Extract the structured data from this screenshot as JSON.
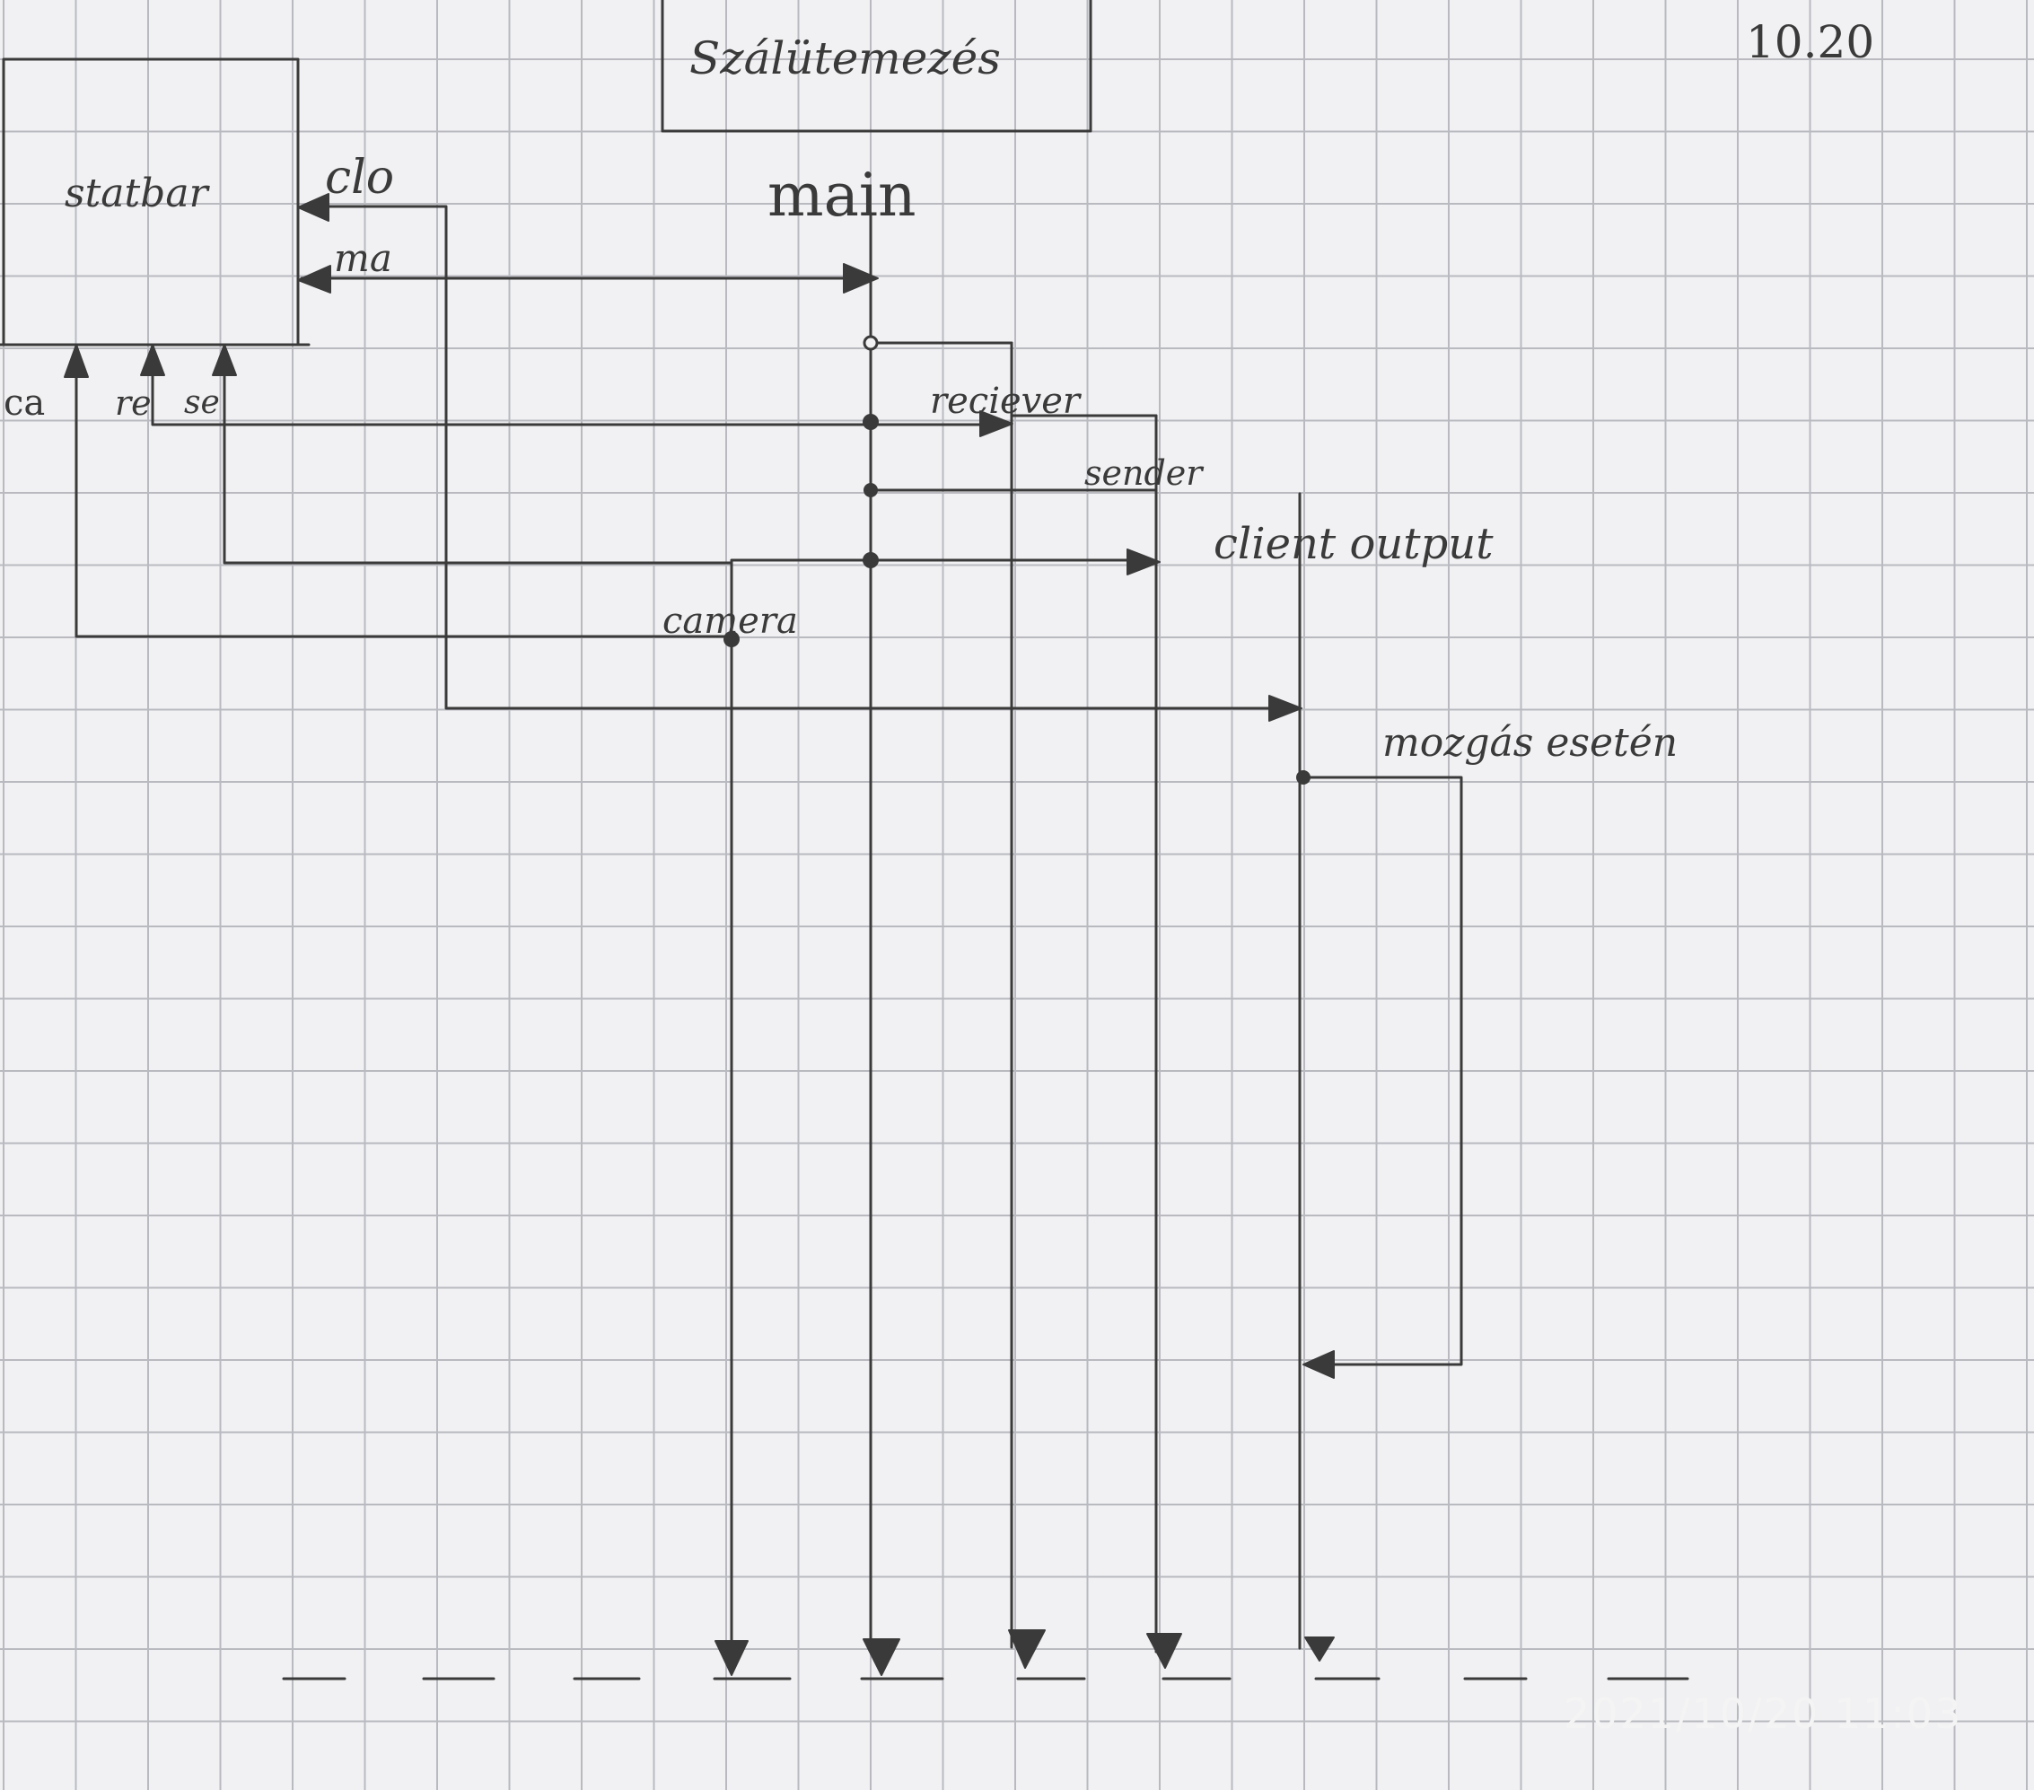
{
  "title": "Szálütemezés",
  "date": "10.20",
  "timestamp": "2021/10/20 11:03",
  "colors": {
    "paper": "#f1f1f3",
    "grid": "#b9bac0",
    "ink": "#3a3a3a",
    "stamp": "#f4f4f4"
  },
  "statbar": {
    "name": "statbar",
    "inputs_right": [
      "clo",
      "ma"
    ],
    "inputs_bottom": [
      "ca",
      "re",
      "se"
    ]
  },
  "threads": {
    "main": "main",
    "receiver": "reciever",
    "sender": "sender",
    "camera": "camera",
    "client_output": "client output",
    "motion": "mozgás esetén"
  }
}
